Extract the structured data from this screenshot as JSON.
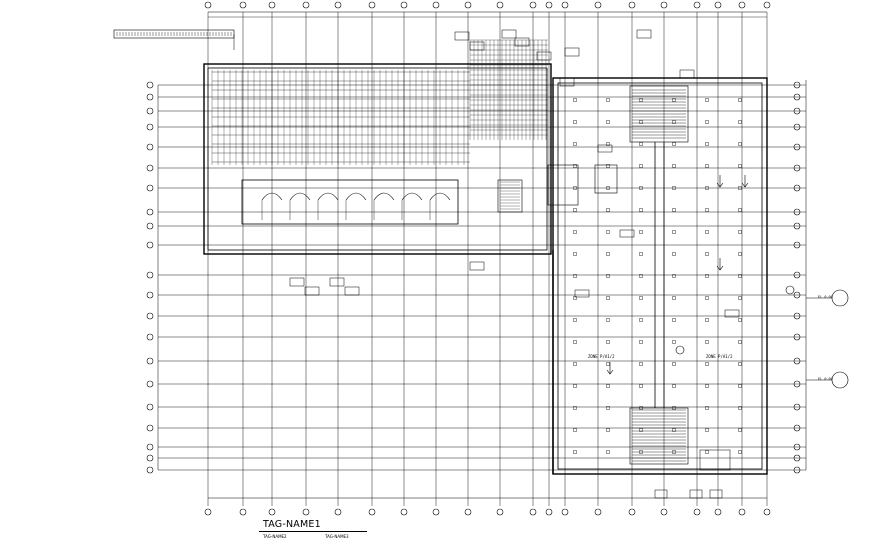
{
  "drawing": {
    "title": "TAG-NAME1",
    "subtitle_left": "TAG-NAME2",
    "subtitle_right": "TAG-NAME3",
    "zone_labels": [
      "ZONE P/A1/2",
      "ZONE P/A1/2"
    ],
    "elevation_tags": [
      "EL 0.00",
      "EL 0.00"
    ],
    "colors": {
      "background": "#ffffff",
      "line": "#000000"
    }
  }
}
